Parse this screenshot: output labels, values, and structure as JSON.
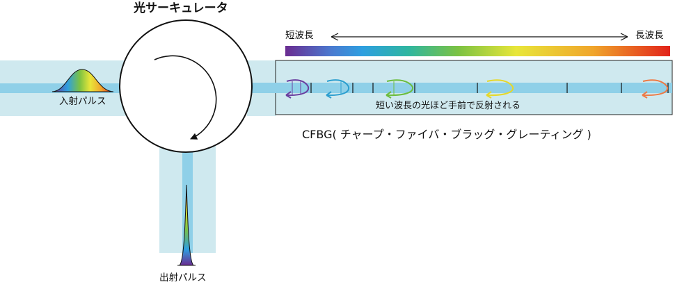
{
  "diagram": {
    "circulator_title": "光サーキュレータ",
    "input_pulse_label": "入射パルス",
    "output_pulse_label": "出射パルス",
    "short_wavelength_label": "短波長",
    "long_wavelength_label": "長波長",
    "reflection_note": "短い波長の光ほど手前で反射される",
    "cfbg_label": "CFBG( チャープ・ファイバ・ブラッグ・グレーティング )"
  },
  "colors": {
    "waveguide_light": "#cfe9ef",
    "fiber_core": "#8fd0e8",
    "spectrum": [
      "#6a2c91",
      "#2e9fe0",
      "#2fb6a0",
      "#7cc242",
      "#e8e63a",
      "#f0a52b",
      "#e2231a"
    ],
    "reflection_arrows": [
      "#6a3fa0",
      "#2d9fcf",
      "#6cbd3e",
      "#e6d82a",
      "#ee7a45"
    ]
  }
}
